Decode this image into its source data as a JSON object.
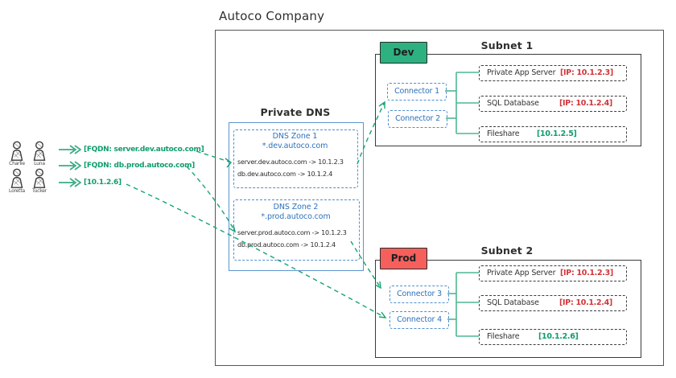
{
  "app": {
    "title": "Autoco Company"
  },
  "users": {
    "names": [
      "Charlie",
      "Luna",
      "Loretta",
      "Tucker"
    ]
  },
  "queries": {
    "fqdn_dev": "[FQDN: server.dev.autoco.com]",
    "fqdn_prod": "[FQDN: db.prod.autoco.com]",
    "ip_direct": "[10.1.2.6]"
  },
  "dns": {
    "title": "Private DNS",
    "zone1": {
      "name": "DNS Zone 1",
      "wildcard": "*.dev.autoco.com",
      "record1": "server.dev.autoco.com -> 10.1.2.3",
      "record2": "db.dev.autoco.com -> 10.1.2.4"
    },
    "zone2": {
      "name": "DNS Zone 2",
      "wildcard": "*.prod.autoco.com",
      "record1": "server.prod.autoco.com -> 10.1.2.3",
      "record2": "db.prod.autoco.com -> 10.1.2.4"
    }
  },
  "subnet1": {
    "badge": "Dev",
    "title": "Subnet 1",
    "connector1": "Connector 1",
    "connector2": "Connector 2",
    "service1": {
      "name": "Private App Server",
      "ip": "[IP: 10.1.2.3]"
    },
    "service2": {
      "name": "SQL Database",
      "ip": "[IP: 10.1.2.4]"
    },
    "service3": {
      "name": "Fileshare",
      "ip": "[10.1.2.5]"
    }
  },
  "subnet2": {
    "badge": "Prod",
    "title": "Subnet 2",
    "connector1": "Connector 3",
    "connector2": "Connector 4",
    "service1": {
      "name": "Private App Server",
      "ip": "[IP: 10.1.2.3]"
    },
    "service2": {
      "name": "SQL Database",
      "ip": "[IP: 10.1.2.4]"
    },
    "service3": {
      "name": "Fileshare",
      "ip": "[10.1.2.6]"
    }
  },
  "colors": {
    "blue_border": "#5b94cf",
    "blue_text": "#2d72bd",
    "dark": "#3a3a3a",
    "red": "#d13438",
    "green_label": "#109c6d",
    "teal_line": "#4fb793",
    "dev_badge": "#2db181",
    "prod_badge": "#f55f5c"
  }
}
